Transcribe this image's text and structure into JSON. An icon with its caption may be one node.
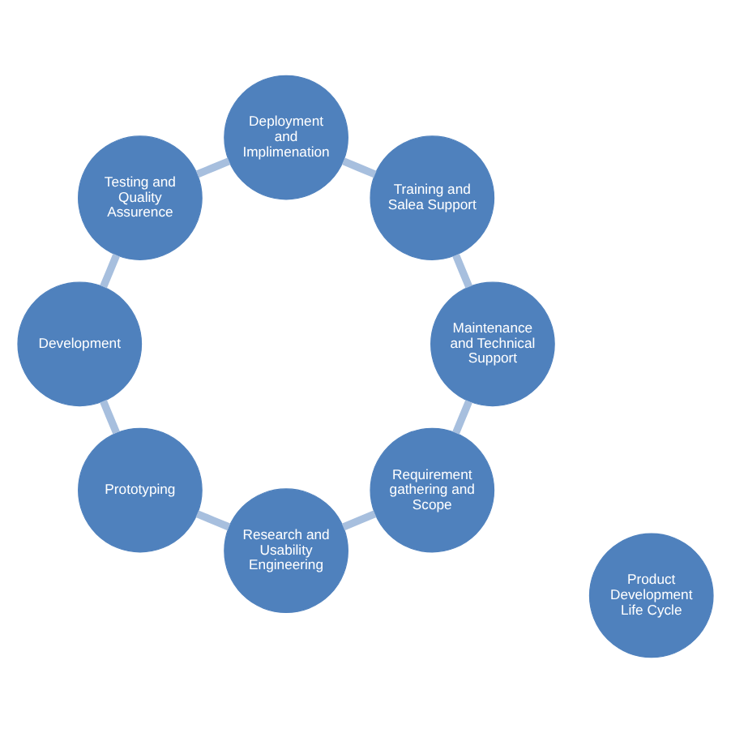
{
  "diagram": {
    "nodes": [
      {
        "text": [
          "Requirement gathering and Scope"
        ]
      },
      {
        "text": [
          "Research and Usability Engineering"
        ]
      },
      {
        "text": [
          "Prototyping"
        ]
      },
      {
        "text": [
          "Development"
        ]
      },
      {
        "text": [
          "Testing and Quality Assurence"
        ]
      },
      {
        "text": [
          "Deployment and Implimenation"
        ]
      },
      {
        "text": [
          "Training and Salea Support"
        ]
      },
      {
        "text": [
          "Maintenance and Technical Support"
        ]
      },
      {
        "text": [
          "Product Development Life Cycle"
        ]
      }
    ],
    "edges": [
      {
        "from": 0,
        "to": 1,
        "arrow": "none"
      },
      {
        "from": 1,
        "to": 2,
        "arrow": "none"
      },
      {
        "from": 2,
        "to": 3,
        "arrow": "none"
      },
      {
        "from": 3,
        "to": 4,
        "arrow": "none"
      },
      {
        "from": 4,
        "to": 5,
        "arrow": "none"
      },
      {
        "from": 5,
        "to": 6,
        "arrow": "none"
      },
      {
        "from": 6,
        "to": 7,
        "arrow": "none"
      },
      {
        "from": 7,
        "to": 0,
        "arrow": "none"
      }
    ]
  }
}
